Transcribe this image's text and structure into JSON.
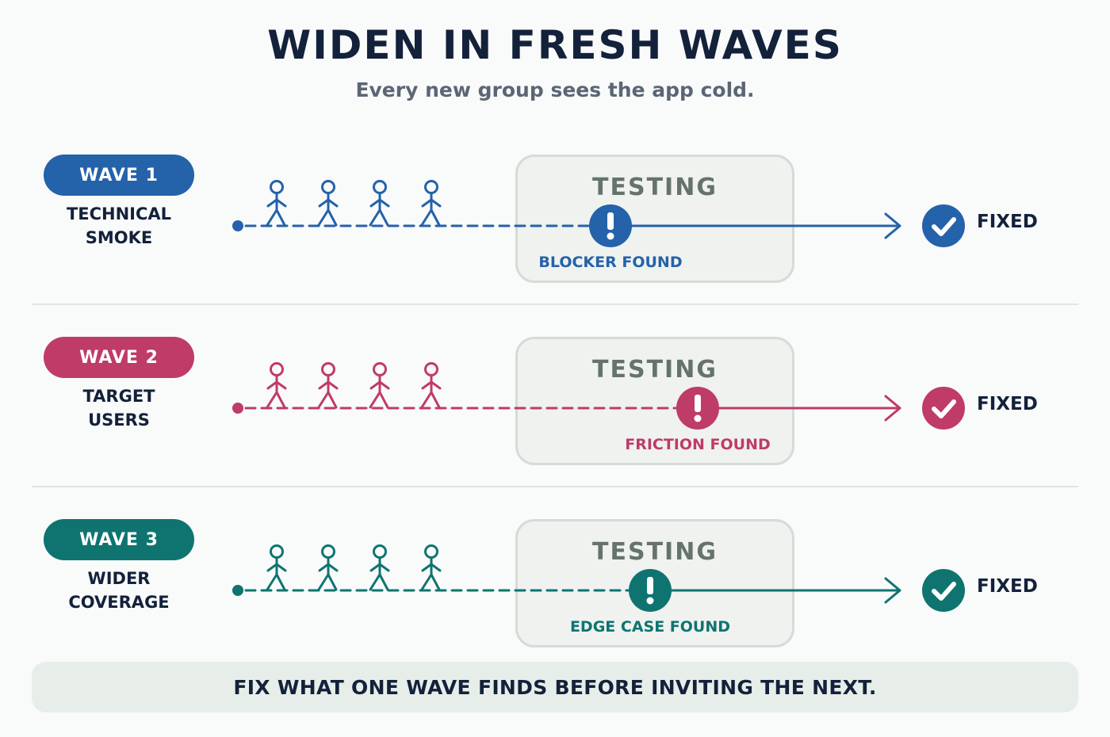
{
  "title": "WIDEN IN FRESH WAVES",
  "subtitle": "Every new group sees the app cold.",
  "waves": [
    {
      "label": "WAVE 1",
      "group_lines": [
        "TECHNICAL",
        "SMOKE"
      ],
      "stage_label": "TESTING",
      "finding_label": "BLOCKER FOUND",
      "outcome_label": "FIXED",
      "color": "#2462aa",
      "alert_icon": "exclamation-icon",
      "outcome_icon": "check-icon"
    },
    {
      "label": "WAVE 2",
      "group_lines": [
        "TARGET",
        "USERS"
      ],
      "stage_label": "TESTING",
      "finding_label": "FRICTION FOUND",
      "outcome_label": "FIXED",
      "color": "#bf3b68",
      "alert_icon": "exclamation-icon",
      "outcome_icon": "check-icon"
    },
    {
      "label": "WAVE 3",
      "group_lines": [
        "WIDER",
        "COVERAGE"
      ],
      "stage_label": "TESTING",
      "finding_label": "EDGE CASE FOUND",
      "outcome_label": "FIXED",
      "color": "#0f7470",
      "alert_icon": "exclamation-icon",
      "outcome_icon": "check-icon"
    }
  ],
  "footer": "FIX WHAT ONE WAVE FINDS BEFORE INVITING THE NEXT.",
  "colors": {
    "title": "#13213a",
    "subtitle": "#5b6675",
    "panel": "#eff2ef"
  }
}
